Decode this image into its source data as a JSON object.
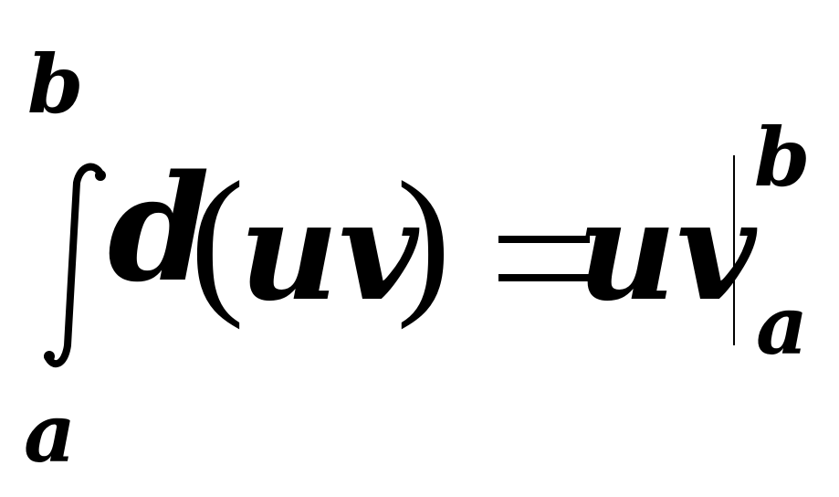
{
  "formula": {
    "upper_limit": "b",
    "lower_limit": "a",
    "integral_symbol": "∫",
    "differential": "d",
    "open_paren": "(",
    "integrand": "uv",
    "close_paren": ")",
    "equals": "=",
    "result": "uv",
    "eval_upper": "b",
    "eval_lower": "a"
  }
}
